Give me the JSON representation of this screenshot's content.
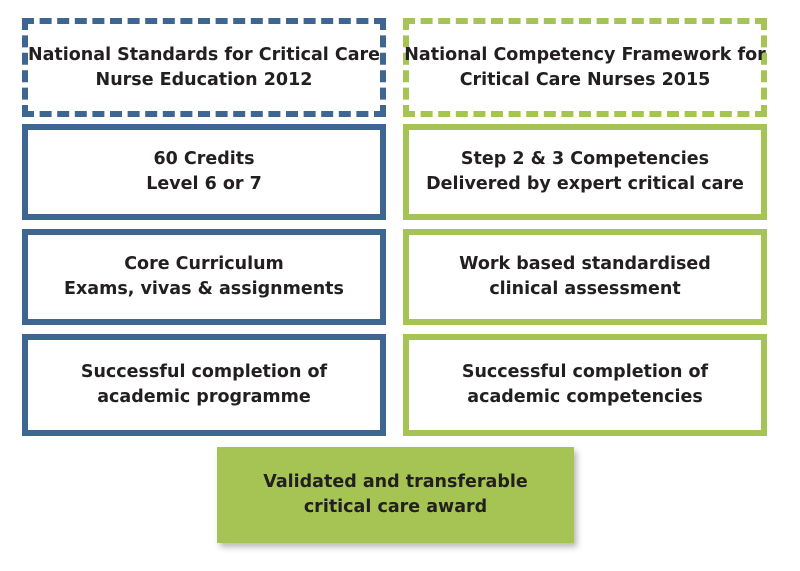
{
  "colors": {
    "blue": "#3d6690",
    "green": "#a6c453"
  },
  "left": {
    "header": [
      "National Standards for Critical Care",
      "Nurse Education 2012"
    ],
    "boxes": [
      [
        "60 Credits",
        "Level 6 or 7"
      ],
      [
        "Core Curriculum",
        "Exams, vivas & assignments"
      ],
      [
        "Successful completion of",
        "academic programme"
      ]
    ]
  },
  "right": {
    "header": [
      "National Competency Framework for",
      "Critical Care Nurses 2015"
    ],
    "boxes": [
      [
        "Step 2 & 3 Competencies",
        "Delivered by expert critical care"
      ],
      [
        "Work based standardised",
        "clinical assessment"
      ],
      [
        "Successful completion of",
        "academic competencies"
      ]
    ]
  },
  "award": [
    "Validated and transferable",
    "critical care award"
  ]
}
